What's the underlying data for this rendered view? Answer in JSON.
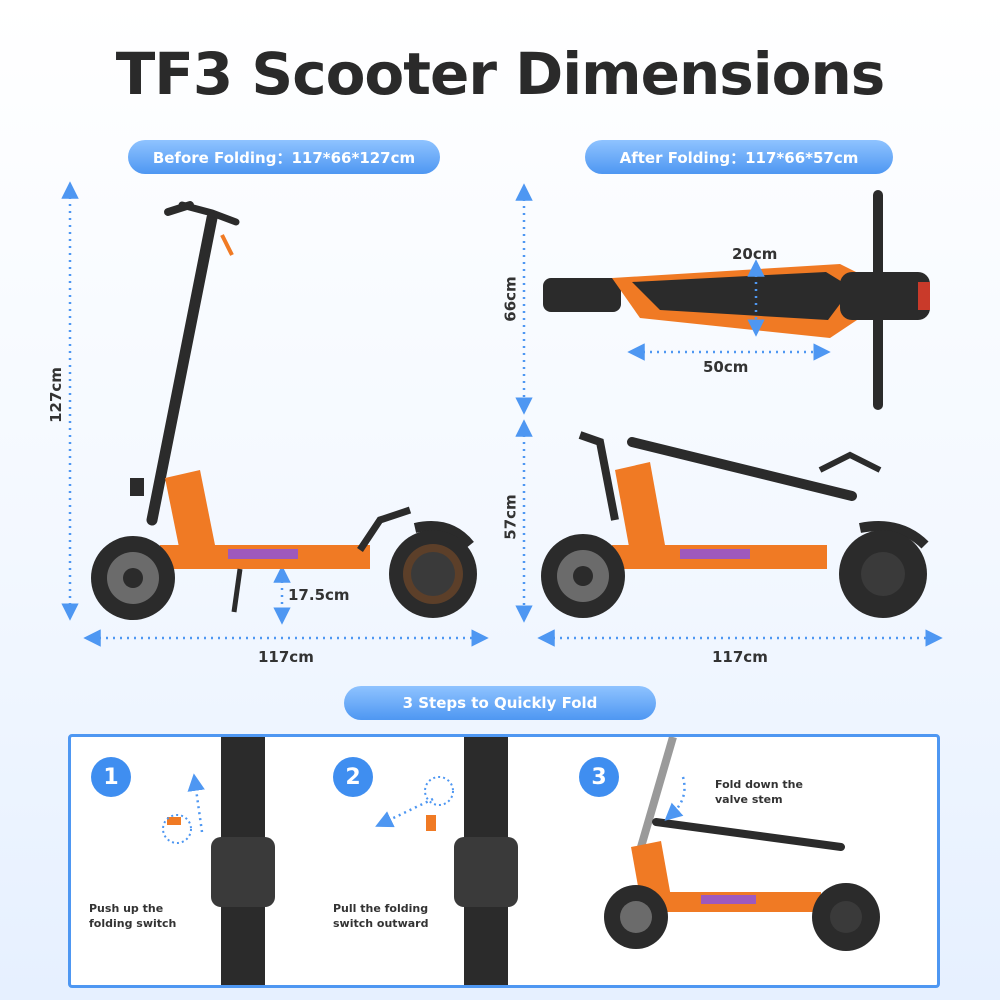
{
  "title": "TF3 Scooter Dimensions",
  "before": {
    "label": "Before Folding：117*66*127cm",
    "height": "127cm",
    "length": "117cm",
    "deck_clearance": "17.5cm"
  },
  "after": {
    "label": "After Folding：117*66*57cm",
    "width": "66cm",
    "deck_width": "20cm",
    "deck_length": "50cm",
    "height": "57cm",
    "length": "117cm"
  },
  "steps_header": "3 Steps to Quickly Fold",
  "steps": [
    {
      "number": "1",
      "text": "Push up the\nfolding switch"
    },
    {
      "number": "2",
      "text": "Pull the folding\nswitch outward"
    },
    {
      "number": "3",
      "text": "Fold down the\nvalve stem"
    }
  ],
  "colors": {
    "accent": "#4e97f2",
    "scooter_orange": "#f07a24",
    "frame": "#2b2b2b"
  }
}
